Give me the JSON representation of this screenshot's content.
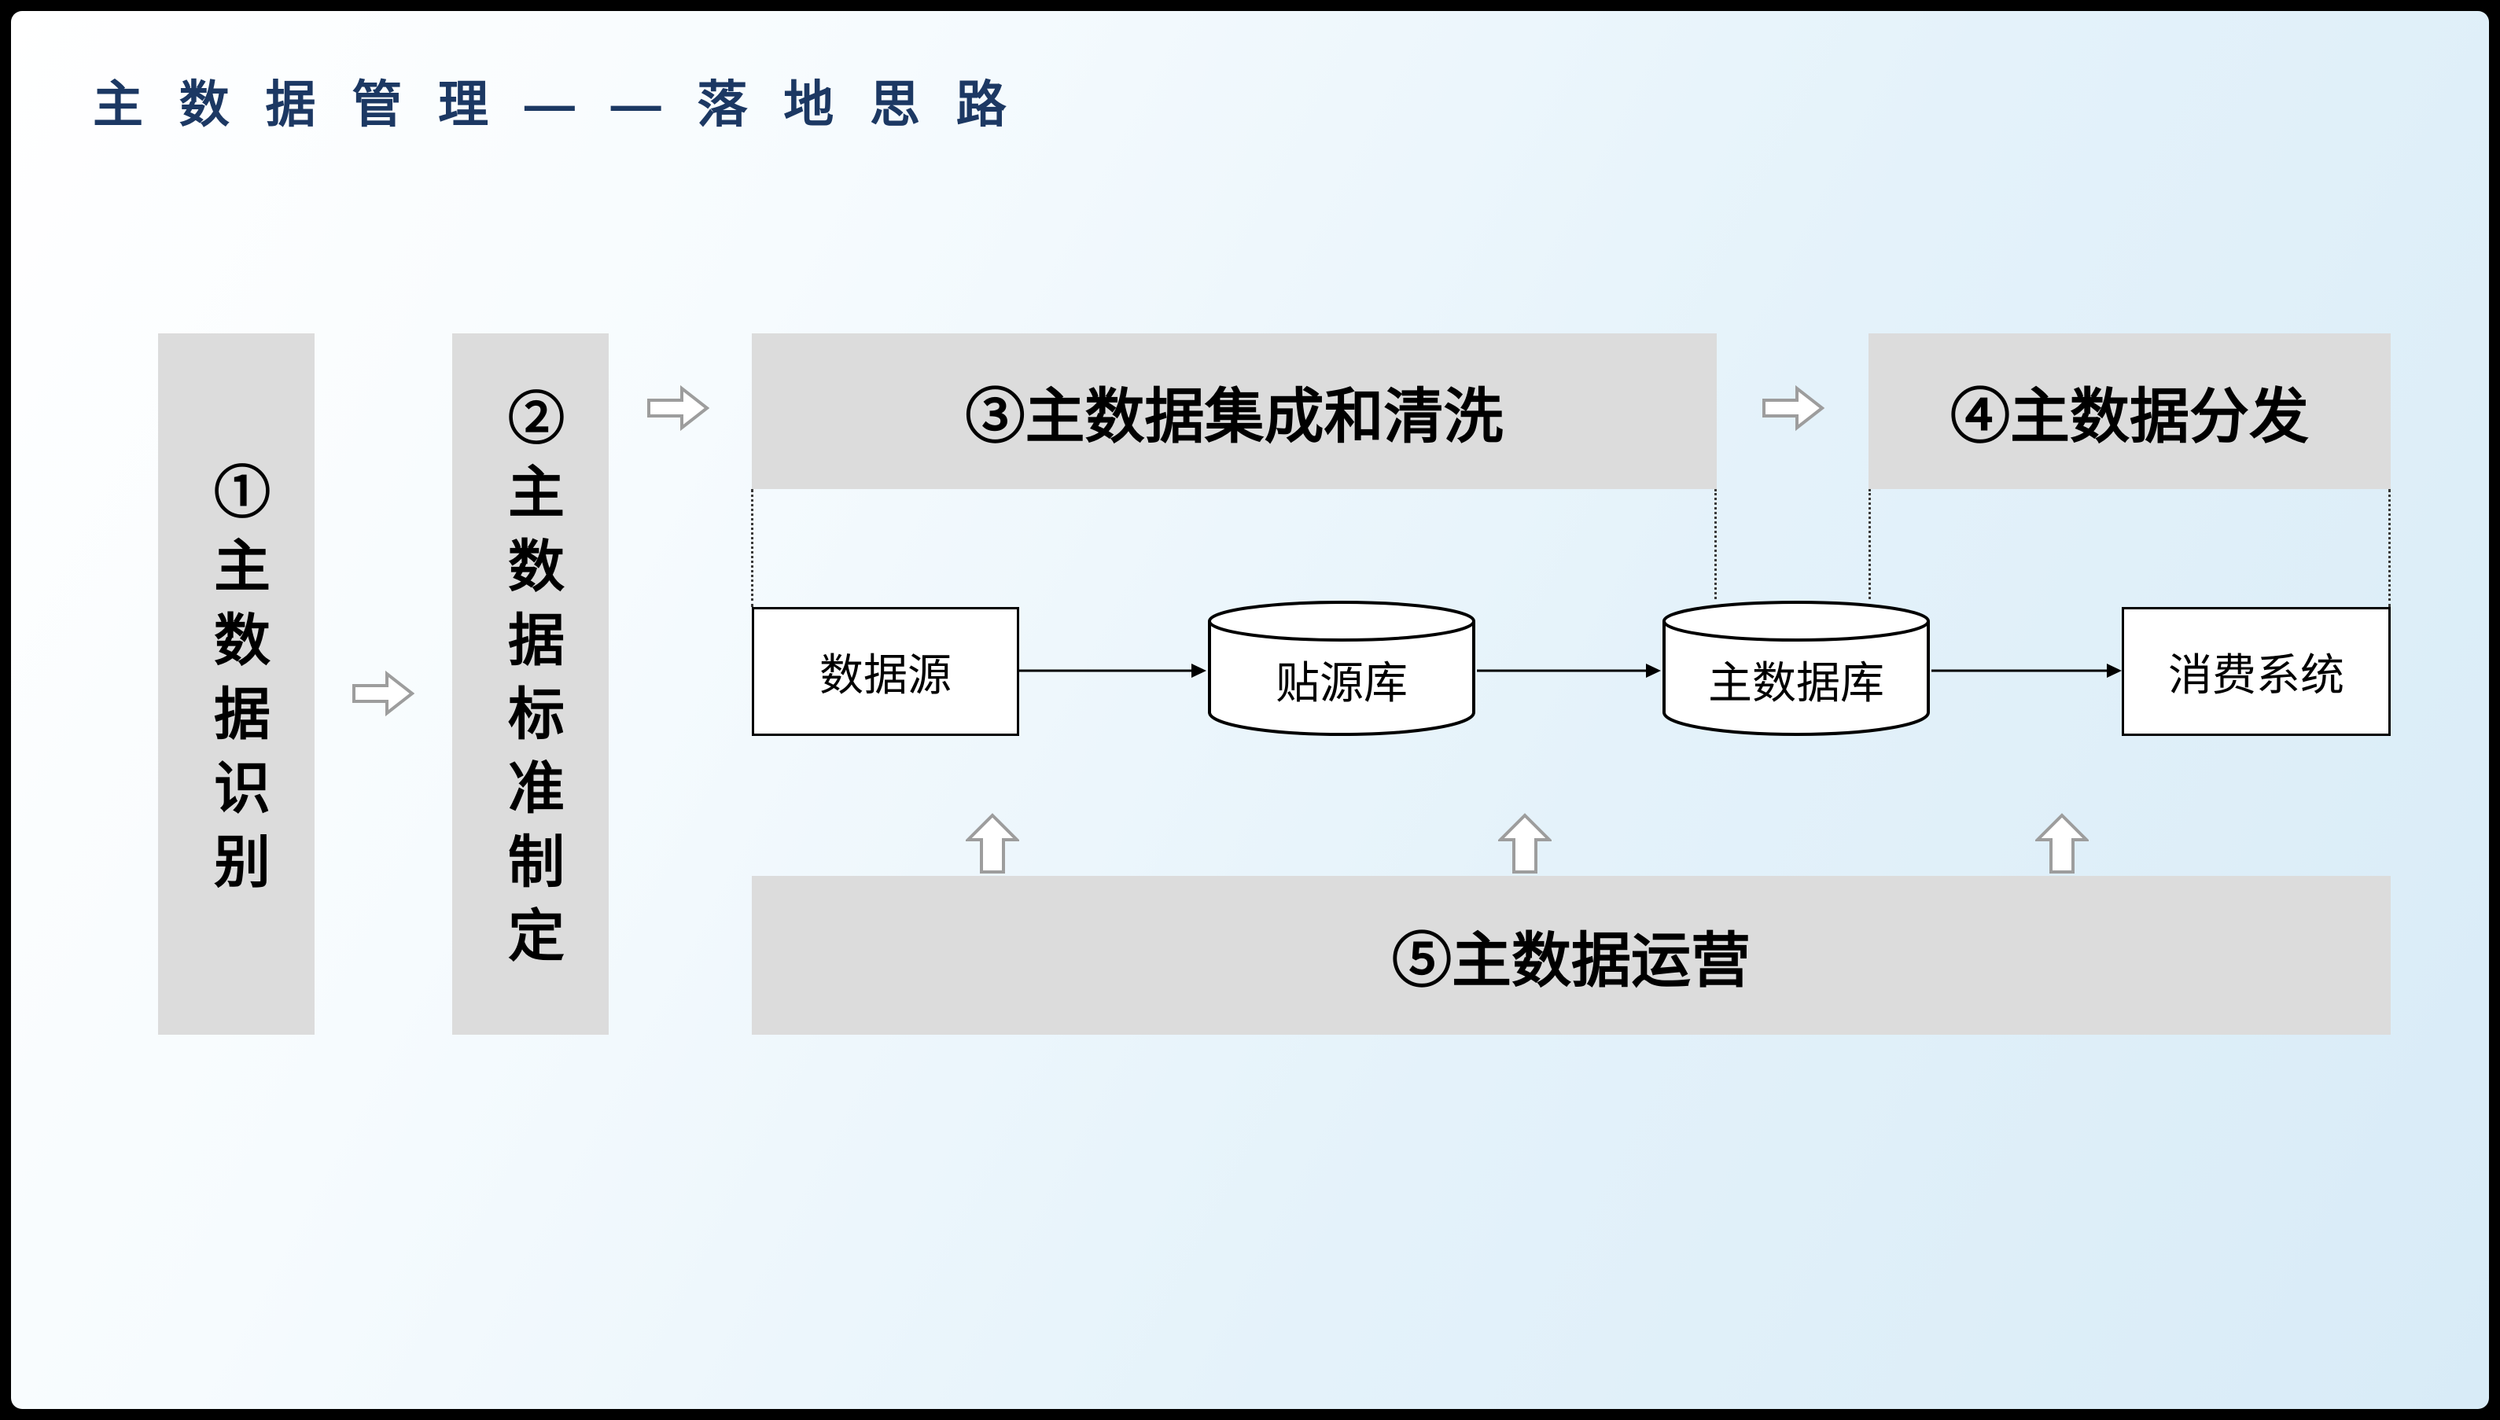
{
  "title": "主 数 据 管 理 — — 落 地 思 路",
  "steps": {
    "step1": "①主数据识别",
    "step2": "②主数据标准制定",
    "step3": "③主数据集成和清洗",
    "step4": "④主数据分发",
    "step5": "⑤主数据运营"
  },
  "nodes": {
    "data_source": "数据源",
    "staging_db": "贴源库",
    "master_db": "主数据库",
    "consumer_system": "消费系统"
  },
  "colors": {
    "title_color": "#1c3863",
    "box_gray": "#dcdcdc",
    "arrow_outline": "#9d9d9d",
    "node_border": "#000000",
    "bg_end": "#d8ebf7"
  }
}
